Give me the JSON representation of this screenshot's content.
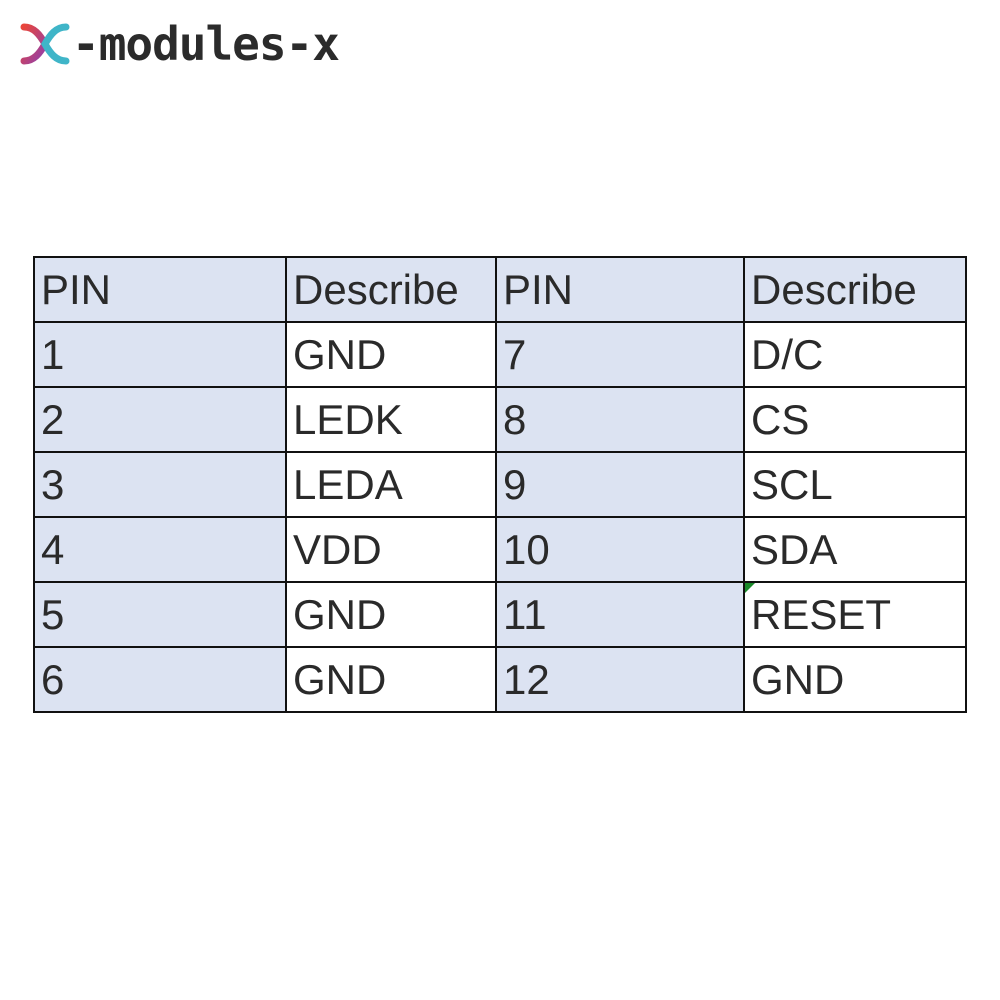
{
  "brand": {
    "name": "-modules-x",
    "icon": "x-logo-icon",
    "colors": [
      "#e8453c",
      "#8e3fb0",
      "#3fb5c8"
    ]
  },
  "table": {
    "headers": [
      "PIN",
      "Describe",
      "PIN",
      "Describe"
    ],
    "rows": [
      [
        "1",
        "GND",
        "7",
        "D/C"
      ],
      [
        "2",
        "LEDK",
        "8",
        "CS"
      ],
      [
        "3",
        "LEDA",
        "9",
        "SCL"
      ],
      [
        "4",
        "VDD",
        "10",
        "SDA"
      ],
      [
        "5",
        "GND",
        "11",
        "RESET"
      ],
      [
        "6",
        "GND",
        "12",
        "GND"
      ]
    ],
    "pin_bg": "#dce3f2",
    "border_color": "#111111"
  }
}
